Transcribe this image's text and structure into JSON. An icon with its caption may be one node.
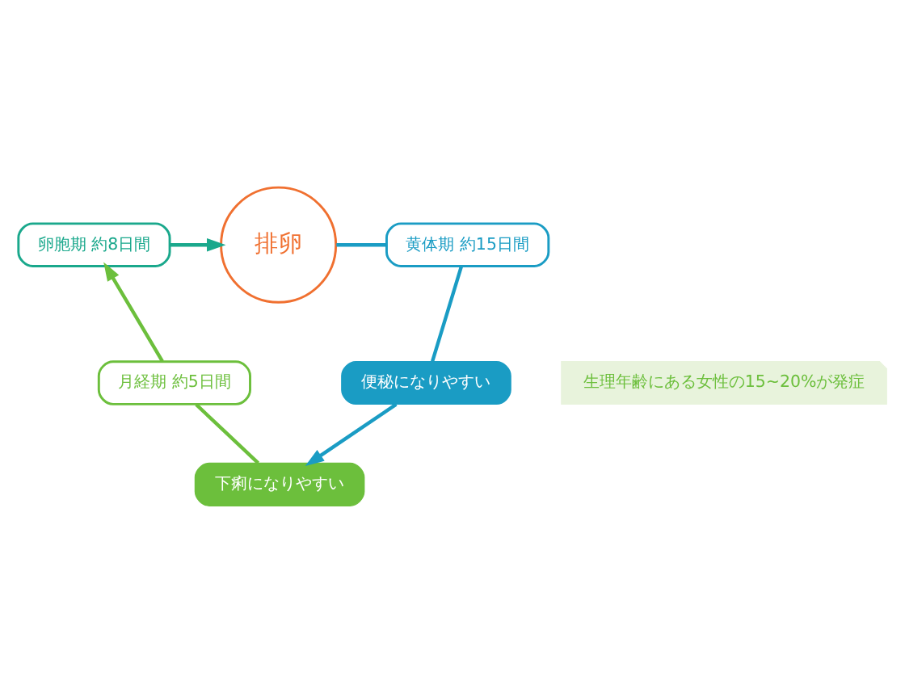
{
  "diagram": {
    "nodes": [
      {
        "text": [
          "卵胞期 約8日間"
        ]
      },
      {
        "text": [
          "排卵"
        ]
      },
      {
        "text": [
          "黄体期 約15日間"
        ]
      },
      {
        "text": [
          "便秘になりやすい"
        ]
      },
      {
        "text": [
          "生理年齢にある女性の15~20%が発症"
        ]
      },
      {
        "text": [
          "月経期 約5日間"
        ]
      },
      {
        "text": [
          "下痢になりやすい"
        ]
      }
    ],
    "edges": [
      {
        "from": 0,
        "to": 1,
        "arrow": "to",
        "color": "#1aa88c"
      },
      {
        "from": 1,
        "to": 2,
        "arrow": "none",
        "color": "#1a9cc4"
      },
      {
        "from": 2,
        "to": 3,
        "arrow": "none",
        "color": "#1a9cc4"
      },
      {
        "from": 3,
        "to": 6,
        "arrow": "to",
        "color": "#1a9cc4"
      },
      {
        "from": 6,
        "to": 5,
        "arrow": "none",
        "color": "#6cbf3c"
      },
      {
        "from": 5,
        "to": 0,
        "arrow": "to",
        "color": "#6cbf3c"
      }
    ]
  }
}
